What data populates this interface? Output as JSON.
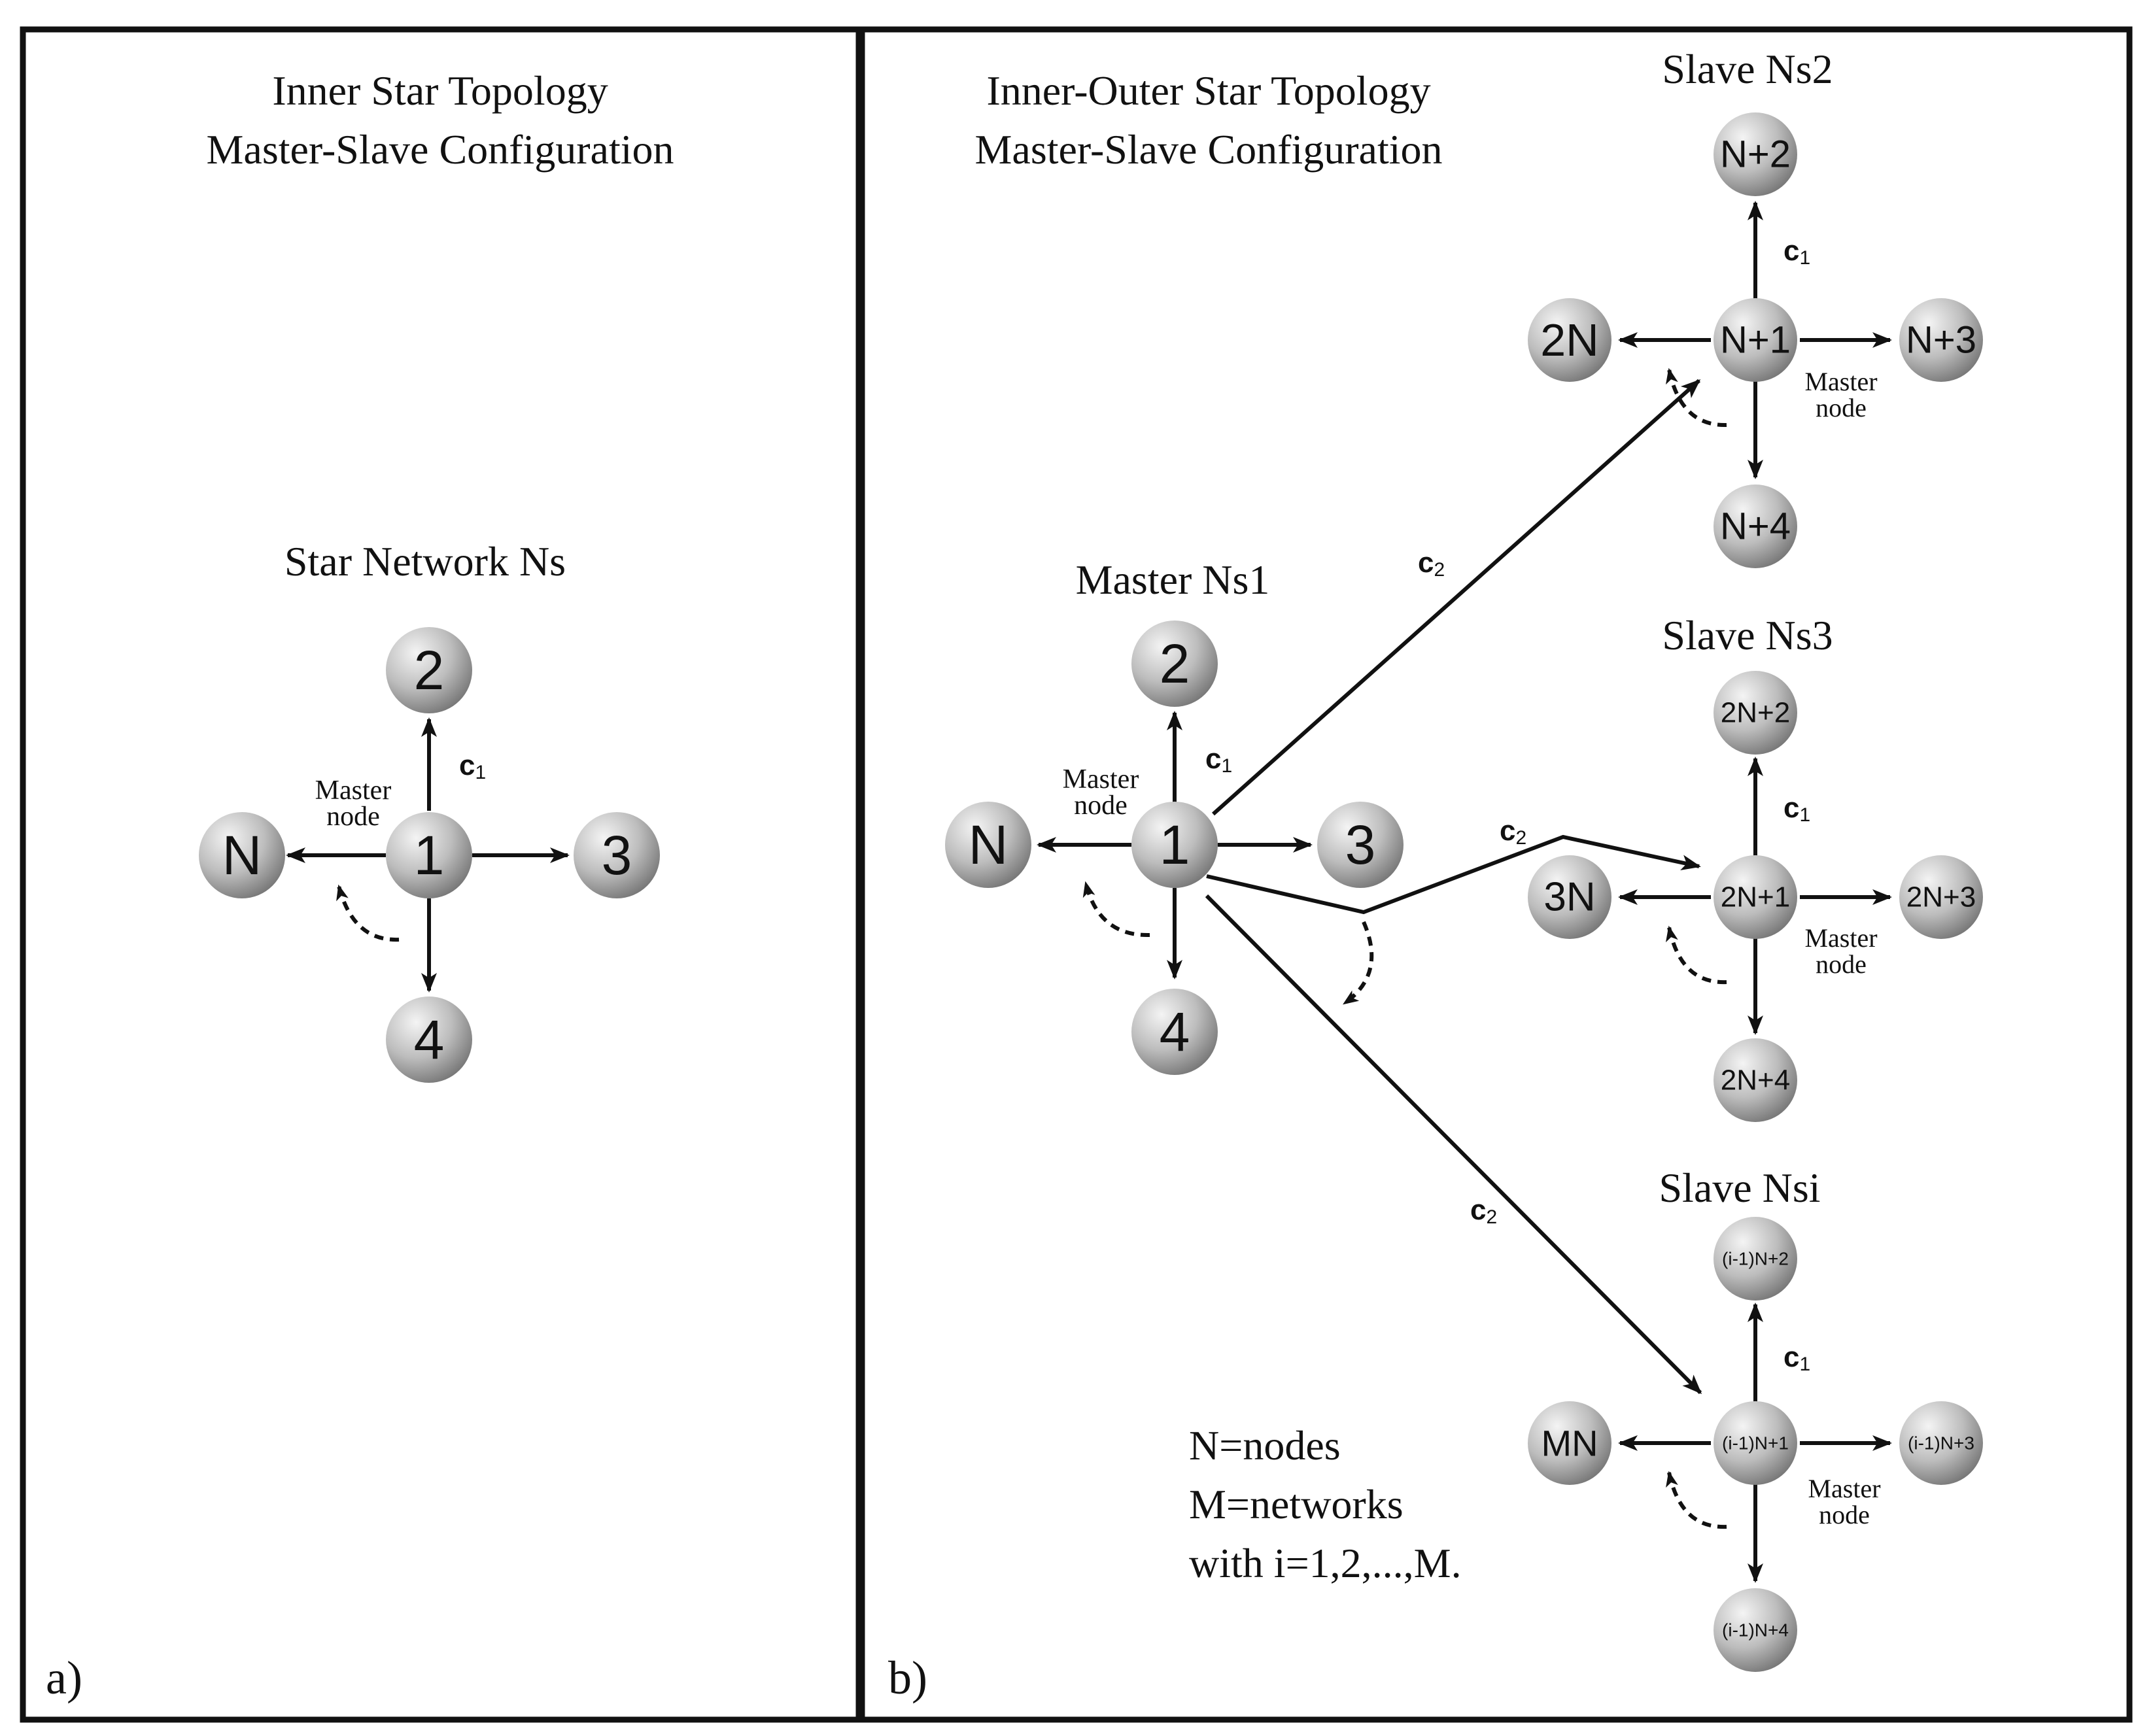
{
  "panel_a": {
    "title_line1": "Inner Star Topology",
    "title_line2": "Master-Slave Configuration",
    "network_title": "Star Network Ns",
    "master_line1": "Master",
    "master_line2": "node",
    "coupling": "c1",
    "tag": "a)",
    "nodes": {
      "center": "1",
      "top": "2",
      "right": "3",
      "bottom": "4",
      "left": "N"
    }
  },
  "panel_b": {
    "title_line1": "Inner-Outer Star Topology",
    "title_line2": "Master-Slave Configuration",
    "master_title": "Master Ns1",
    "master_nodes": {
      "center": "1",
      "top": "2",
      "right": "3",
      "bottom": "4",
      "left": "N"
    },
    "master_line1": "Master",
    "master_line2": "node",
    "coupling_inner": "c1",
    "coupling_outer": "c2",
    "slaves": [
      {
        "title": "Slave Ns2",
        "nodes": {
          "center": "N+1",
          "top": "N+2",
          "right": "N+3",
          "bottom": "N+4",
          "left": "2N"
        }
      },
      {
        "title": "Slave Ns3",
        "nodes": {
          "center": "2N+1",
          "top": "2N+2",
          "right": "2N+3",
          "bottom": "2N+4",
          "left": "3N"
        }
      },
      {
        "title": "Slave Nsi",
        "nodes": {
          "center": "(i-1)N+1",
          "top": "(i-1)N+2",
          "right": "(i-1)N+3",
          "bottom": "(i-1)N+4",
          "left": "MN"
        }
      }
    ],
    "legend": [
      "N=nodes",
      "M=networks",
      "with i=1,2,...,M."
    ],
    "tag": "b)"
  },
  "colors": {
    "node_light": "#f2f2f2",
    "node_dark": "#7a7a7a",
    "line": "#111111"
  }
}
